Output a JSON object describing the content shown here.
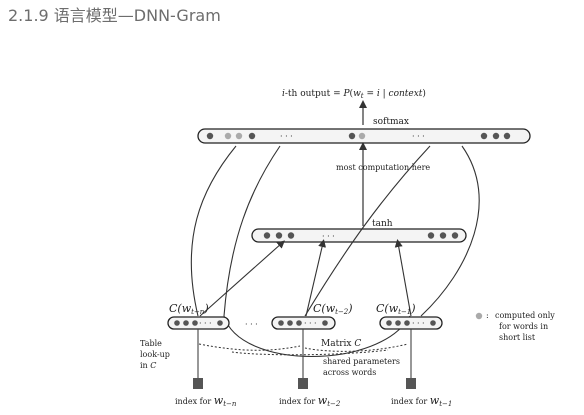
{
  "header": {
    "title": "2.1.9 语言模型—DNN-Gram"
  },
  "diagram": {
    "top_caption": "i-th output = P(w_t = i | context)",
    "softmax_label": "softmax",
    "computation_note": "most computation here",
    "tanh_label": "tanh",
    "legend_text_lines": [
      "computed only",
      "for words in",
      "short list"
    ],
    "table_lookup_lines": [
      "Table",
      "look-up",
      "in C"
    ],
    "matrix_label": "Matrix C",
    "shared_param_lines": [
      "shared parameters",
      "across words"
    ],
    "ellipsis": "· · ·",
    "c_labels": [
      "C(w_{t-n})",
      "C(w_{t-2})",
      "C(w_{t-1})"
    ],
    "index_prefix": "index for",
    "index_subs": [
      "w_{t-n}",
      "w_{t-2}",
      "w_{t-1}"
    ]
  }
}
